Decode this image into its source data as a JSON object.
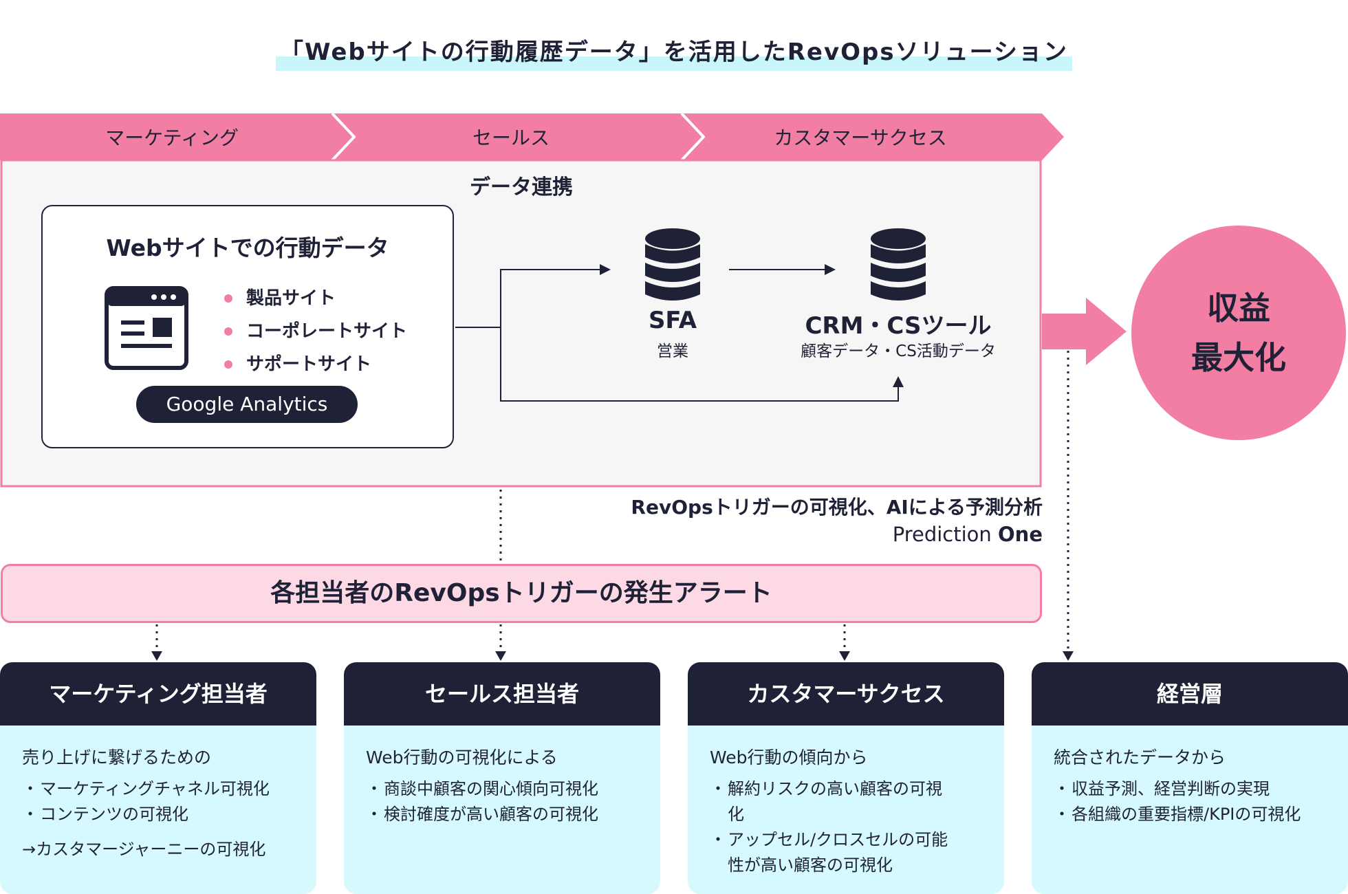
{
  "title": "「Webサイトの行動履歴データ」を活用したRevOpsソリューション",
  "stages": [
    "マーケティング",
    "セールス",
    "カスタマーサクセス"
  ],
  "data_link_label": "データ連携",
  "web_box": {
    "title": "Webサイトでの行動データ",
    "sites": [
      "製品サイト",
      "コーポレートサイト",
      "サポートサイト"
    ],
    "tool": "Google Analytics"
  },
  "sfa": {
    "label": "SFA",
    "sub": "営業"
  },
  "crm": {
    "label": "CRM・CSツール",
    "sub": "顧客データ・CS活動データ"
  },
  "goal": {
    "line1": "収益",
    "line2": "最大化"
  },
  "trigger_caption": "RevOpsトリガーの可視化、AIによる予測分析",
  "prediction_one": {
    "light": "Prediction ",
    "bold": "One"
  },
  "alert": "各担当者のRevOpsトリガーの発生アラート",
  "cards": [
    {
      "title": "マーケティング担当者",
      "lead": "売り上げに繋げるための",
      "items": [
        "マーケティングチャネル可視化",
        "コンテンツの可視化"
      ],
      "footer": "→カスタマージャーニーの可視化"
    },
    {
      "title": "セールス担当者",
      "lead": "Web行動の可視化による",
      "items": [
        "商談中顧客の関心傾向可視化",
        "検討確度が高い顧客の可視化"
      ]
    },
    {
      "title": "カスタマーサクセス",
      "lead": "Web行動の傾向から",
      "items": [
        "解約リスクの高い顧客の可視化",
        "アップセル/クロスセルの可能性が高い顧客の可視化"
      ]
    },
    {
      "title": "経営層",
      "lead": "統合されたデータから",
      "items": [
        "収益予測、経営判断の実現",
        "各組織の重要指標/KPIの可視化"
      ]
    }
  ],
  "colors": {
    "pink": "#f27fa3",
    "navy": "#1f2237",
    "light_pink": "#fdd9e6",
    "light_cyan": "#d5f9fd",
    "panel": "#f6f6f6"
  },
  "icons": [
    "browser-window-icon",
    "database-icon",
    "arrow-right-icon"
  ]
}
